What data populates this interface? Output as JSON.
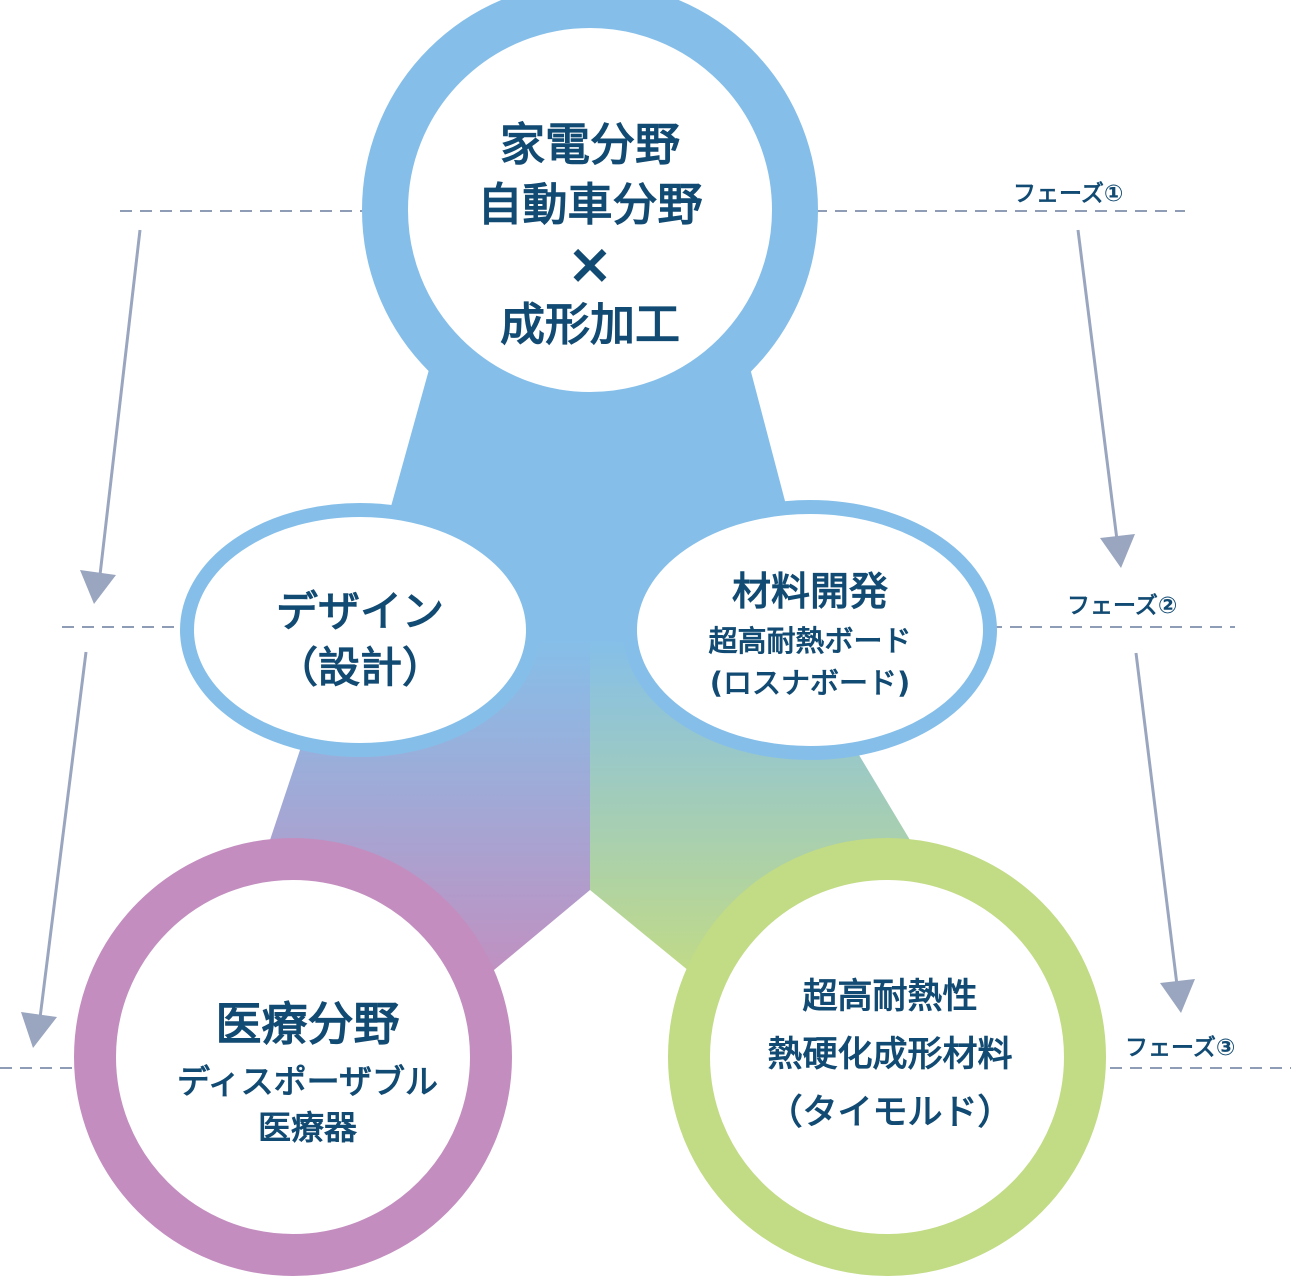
{
  "nodes": {
    "top": {
      "lines": [
        "家電分野",
        "自動車分野",
        "×",
        "成形加工"
      ],
      "ring_color": "#85bfe9"
    },
    "design": {
      "lines": [
        "デザイン",
        "（設計）"
      ],
      "ring_color": "#85bfe9"
    },
    "material": {
      "lines": [
        "材料開発",
        "超高耐熱ボード",
        "(ロスナボード)"
      ],
      "ring_color": "#85bfe9"
    },
    "medical": {
      "lines": [
        "医療分野",
        "ディスポーザブル",
        "医療器"
      ],
      "ring_color": "#c38ebf"
    },
    "mold": {
      "lines": [
        "超高耐熱性",
        "熱硬化成形材料",
        "（タイモルド）"
      ],
      "ring_color": "#c2db85"
    }
  },
  "phases": [
    "フェーズ①",
    "フェーズ②",
    "フェーズ③"
  ],
  "colors": {
    "text": "#114a72",
    "blue": "#85bfe9",
    "purple": "#c38ebf",
    "green": "#c2db85",
    "guide_line": "#8f9cb5",
    "arrow": "#9aa6bf"
  }
}
